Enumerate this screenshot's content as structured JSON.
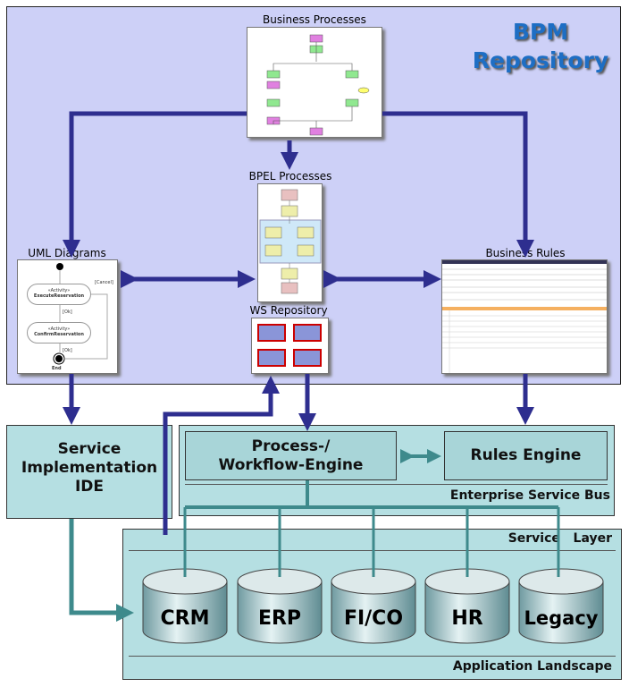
{
  "repository": {
    "title_line1": "BPM",
    "title_line2": "Repository"
  },
  "business_processes": {
    "label": "Business Processes"
  },
  "bpel_processes": {
    "label": "BPEL Processes"
  },
  "uml_diagrams": {
    "label": "UML Diagrams",
    "activity1": "«Activity»",
    "activity1_name": "ExecuteReservation",
    "activity2": "«Activity»",
    "activity2_name": "ConfirmReservation",
    "cancel": "[Cancel]",
    "ok1": "[Ok]",
    "ok2": "[Ok]",
    "end": "End"
  },
  "business_rules": {
    "label": "Business Rules"
  },
  "ws_repository": {
    "label": "WS Repository"
  },
  "ide": {
    "line1": "Service",
    "line2": "Implementation",
    "line3": "IDE"
  },
  "esb": {
    "label": "Enterprise Service Bus",
    "process_engine_line1": "Process-/",
    "process_engine_line2": "Workflow-Engine",
    "rules_engine": "Rules Engine"
  },
  "service_layer": {
    "label_a": "Service",
    "label_b": "Layer",
    "landscape": "Application Landscape",
    "systems": [
      "CRM",
      "ERP",
      "FI/CO",
      "HR",
      "Legacy"
    ]
  },
  "colors": {
    "repository_bg": "#cdd0f7",
    "arrow_blue": "#2e2e8f",
    "teal_bg": "#b5dfe2",
    "arrow_teal": "#3e8a8c",
    "title_blue": "#1e6ec4"
  }
}
